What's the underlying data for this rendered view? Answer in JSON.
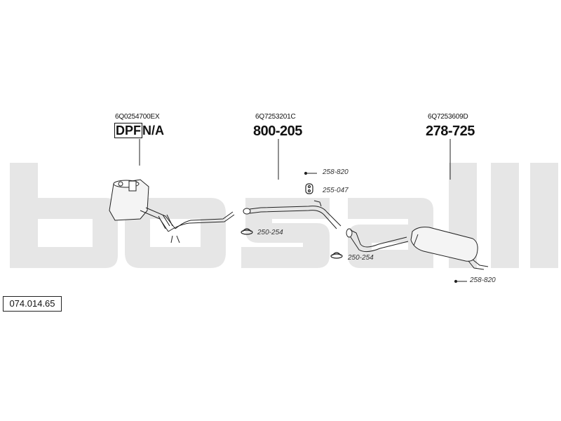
{
  "brand": {
    "name": "bosal",
    "watermark_color": "#e6e6e6"
  },
  "reference": {
    "number": "074.014.65"
  },
  "parts": [
    {
      "oem": "6Q0254700EX",
      "badge": "DPF",
      "note": "N/A"
    },
    {
      "oem": "6Q7253201C",
      "part_no": "800-205"
    },
    {
      "oem": "6Q7253609D",
      "part_no": "278-725"
    }
  ],
  "fittings": [
    {
      "code": "258-820"
    },
    {
      "code": "255-047"
    },
    {
      "code": "250-254"
    },
    {
      "code": "250-254"
    },
    {
      "code": "258-820"
    }
  ],
  "colors": {
    "line": "#222222",
    "watermark": "#e6e6e6"
  }
}
